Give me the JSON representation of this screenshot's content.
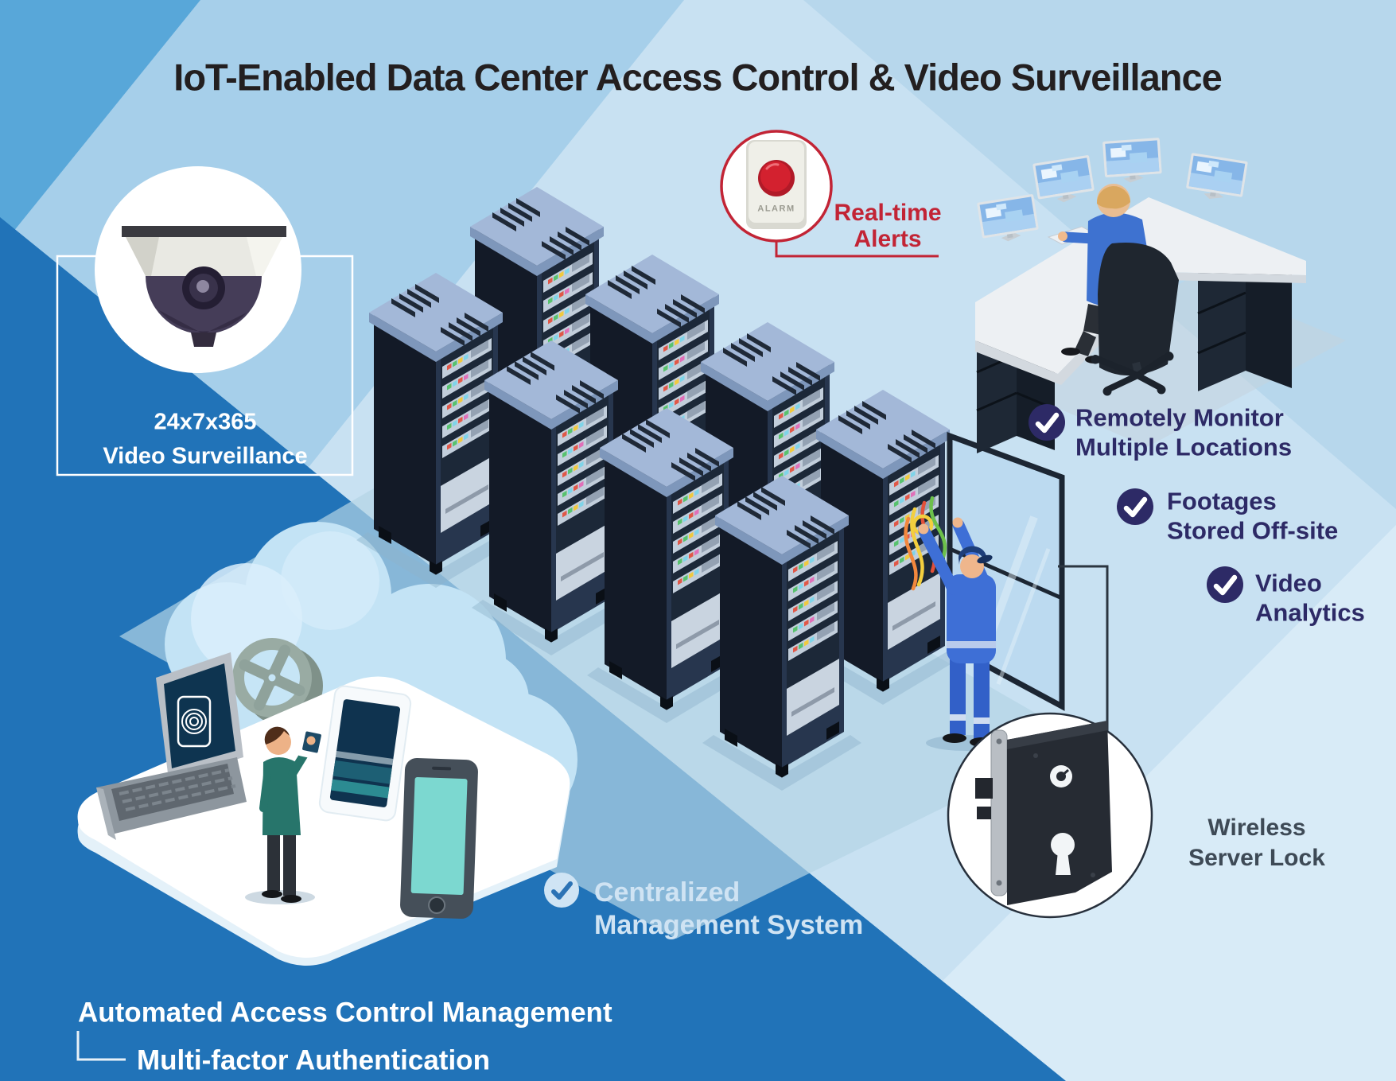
{
  "title": "IoT-Enabled Data Center Access Control & Video Surveillance",
  "camera_badge": {
    "line1": "24x7x365",
    "line2": "Video Surveillance"
  },
  "alarm_badge": {
    "button_label": "ALARM"
  },
  "alerts": {
    "line1": "Real-time",
    "line2": "Alerts"
  },
  "features": [
    {
      "line1": "Remotely Monitor",
      "line2": "Multiple Locations"
    },
    {
      "line1": "Footages",
      "line2": "Stored Off-site"
    },
    {
      "line1": "Video",
      "line2": "Analytics"
    }
  ],
  "server_lock": {
    "line1": "Wireless",
    "line2": "Server Lock"
  },
  "management": {
    "line1": "Centralized",
    "line2": "Management System"
  },
  "access_control": {
    "line1": "Automated Access Control Management",
    "line2": "Multi-factor Authentication"
  },
  "icons": {
    "checkmark": "✓",
    "camera": "dome-cctv-camera",
    "alarm": "alarm-button",
    "lock": "mortise-lock",
    "cloud": "secure-cloud-vault"
  },
  "colors": {
    "dark_blue": "#2173b8",
    "medium_blue": "#58a7d9",
    "light_blue": "#a6cfea",
    "pale_blue": "#c8e1f2",
    "indigo_accent": "#2d2a66",
    "alert_red": "#c22435",
    "title_black": "#231f20",
    "slate_text": "#3e4a56",
    "light_text": "#cfe3f3",
    "white": "#ffffff"
  }
}
